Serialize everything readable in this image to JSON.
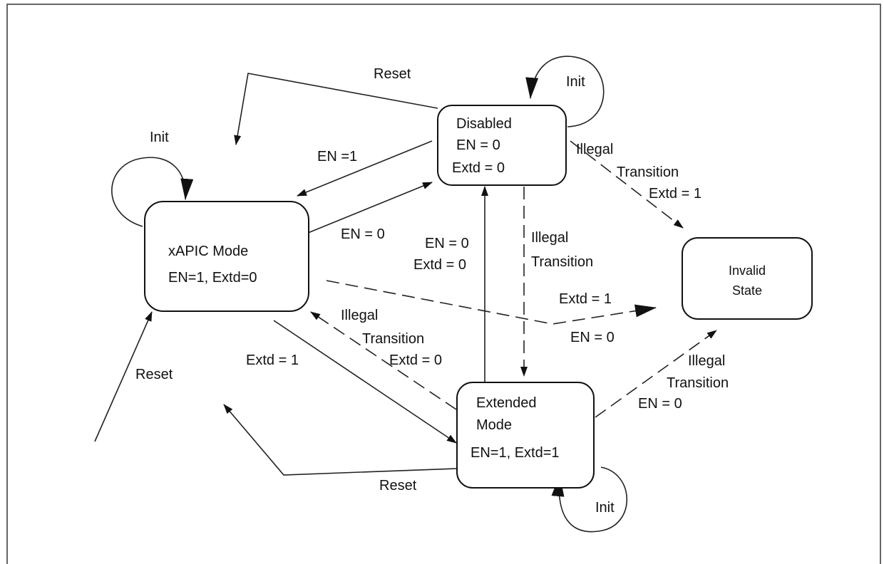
{
  "states": {
    "xapic": {
      "line1": "xAPIC Mode",
      "line2": "EN=1, Extd=0"
    },
    "disabled": {
      "line1": "Disabled",
      "line2": "EN = 0",
      "line3": "Extd = 0"
    },
    "extended": {
      "line1": "Extended",
      "line2": "Mode",
      "line3": "EN=1, Extd=1"
    },
    "invalid": {
      "line1": "Invalid",
      "line2": "State"
    }
  },
  "edges": {
    "reset_disabled_to_xapic": {
      "label": "Reset"
    },
    "init_disabled": {
      "label": "Init"
    },
    "init_xapic": {
      "label": "Init"
    },
    "init_extended": {
      "label": "Init"
    },
    "disabled_to_xapic": {
      "label": "EN =1"
    },
    "xapic_to_disabled": {
      "label": "EN = 0"
    },
    "disabled_to_invalid": {
      "line1": "Illegal",
      "line2": "Transition",
      "line3": "Extd = 1"
    },
    "extended_to_disabled": {
      "line1": "EN = 0",
      "line2": "Extd = 0"
    },
    "disabled_to_extended": {
      "line1": "Illegal",
      "line2": "Transition"
    },
    "xapic_to_invalid": {
      "line1": "Extd = 1",
      "line2": "EN = 0"
    },
    "extended_to_xapic": {
      "line1": "Illegal",
      "line2": "Transition",
      "line3": "Extd = 0"
    },
    "xapic_to_extended": {
      "label": "Extd = 1"
    },
    "extended_to_invalid": {
      "line1": "Illegal",
      "line2": "Transition",
      "line3": "EN = 0"
    },
    "reset_into_xapic": {
      "label": "Reset"
    },
    "reset_extended_out": {
      "label": "Reset"
    }
  }
}
